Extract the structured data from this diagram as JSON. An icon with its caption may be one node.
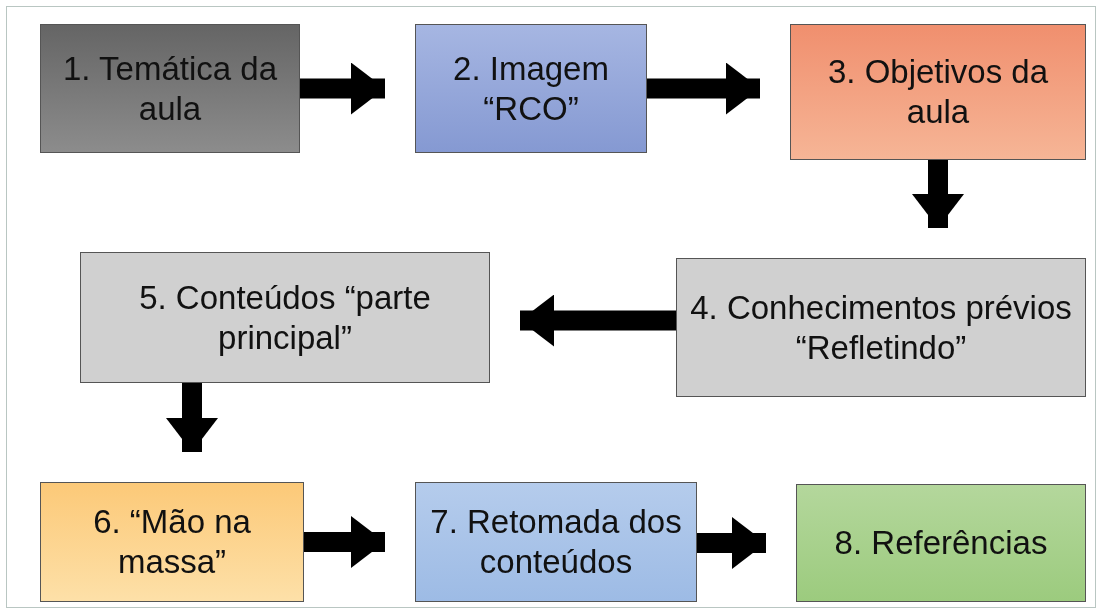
{
  "diagram": {
    "nodes": [
      {
        "text": [
          "1. Temática da aula"
        ]
      },
      {
        "text": [
          "2. Imagem “RCO”"
        ]
      },
      {
        "text": [
          "3. Objetivos da aula"
        ]
      },
      {
        "text": [
          "4. Conhecimentos prévios “Refletindo”"
        ]
      },
      {
        "text": [
          "5. Conteúdos “parte principal”"
        ]
      },
      {
        "text": [
          "6. “Mão na massa”"
        ]
      },
      {
        "text": [
          "7. Retomada dos conteúdos"
        ]
      },
      {
        "text": [
          "8. Referências"
        ]
      }
    ],
    "edges": [
      {
        "from": 0,
        "to": 1,
        "arrow": "to"
      },
      {
        "from": 1,
        "to": 2,
        "arrow": "to"
      },
      {
        "from": 2,
        "to": 3,
        "arrow": "to"
      },
      {
        "from": 3,
        "to": 4,
        "arrow": "to"
      },
      {
        "from": 4,
        "to": 5,
        "arrow": "to"
      },
      {
        "from": 5,
        "to": 6,
        "arrow": "to"
      },
      {
        "from": 6,
        "to": 7,
        "arrow": "to"
      }
    ]
  }
}
